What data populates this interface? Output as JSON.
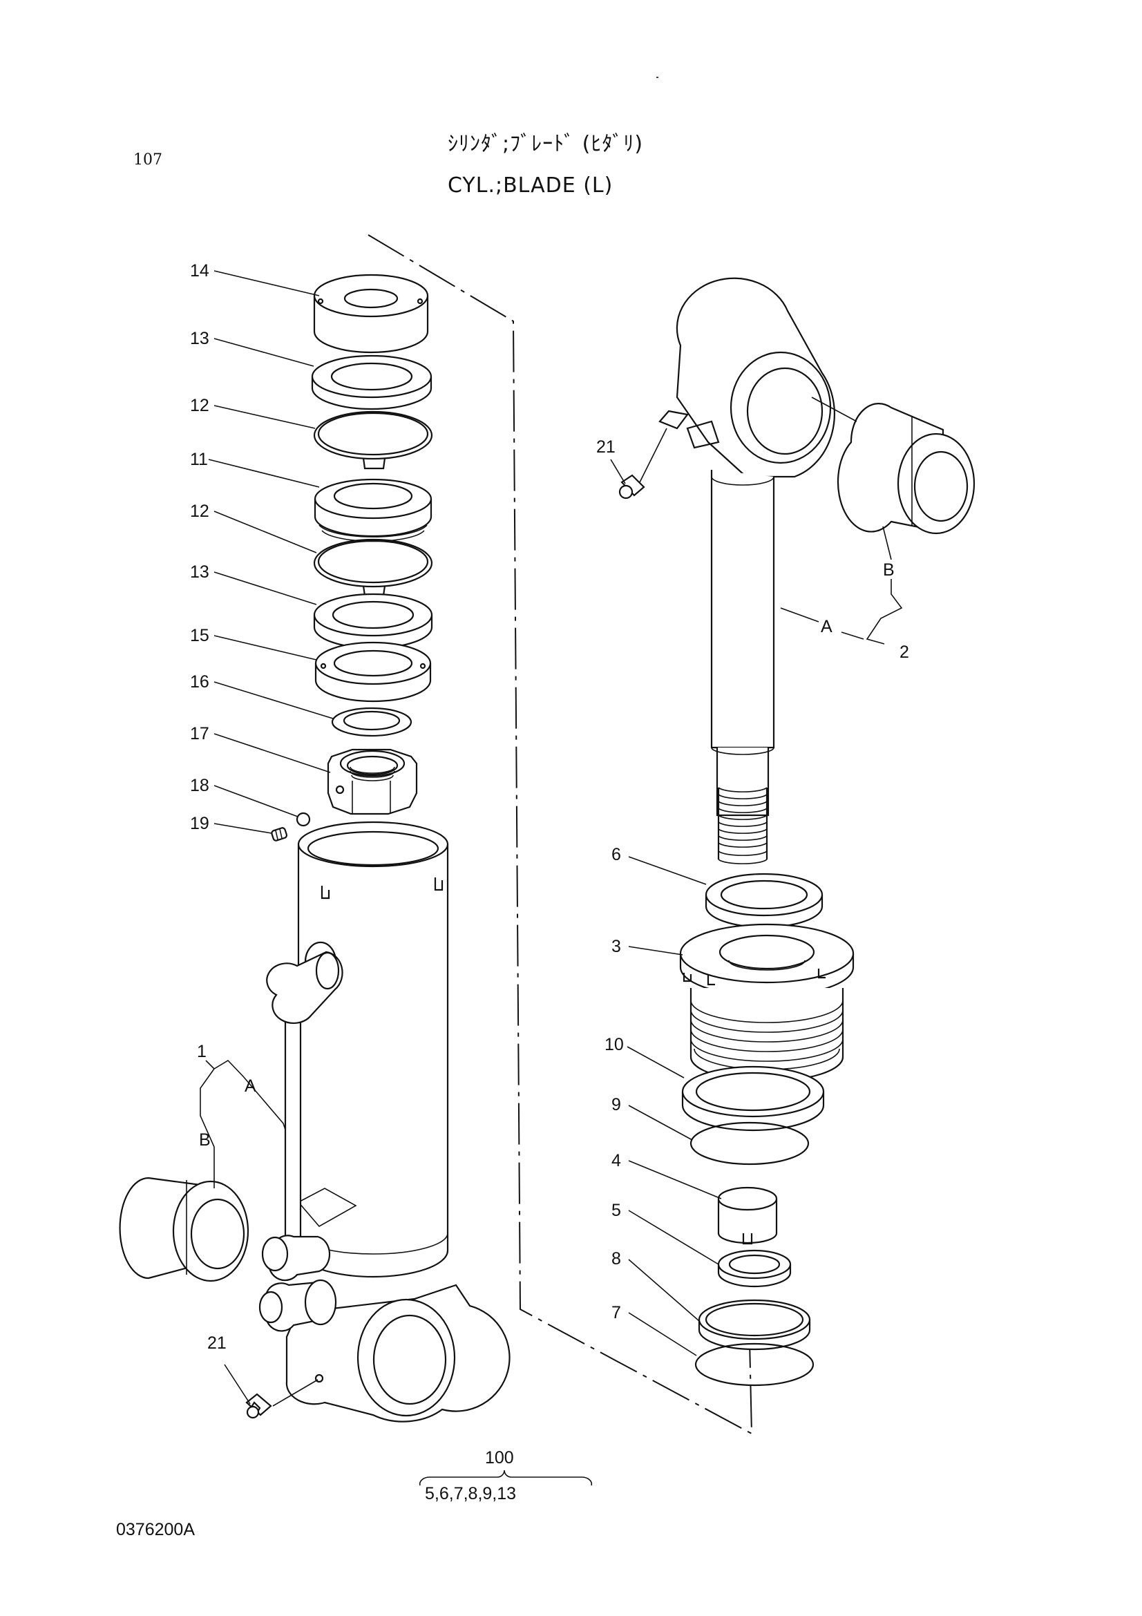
{
  "page_number": "107",
  "title_jp": "ｼﾘﾝﾀﾞ;ﾌﾞﾚｰﾄﾞ (ﾋﾀﾞﾘ)",
  "title_en": "CYL.;BLADE (L)",
  "drawing_number": "0376200A",
  "kit": {
    "number": "100",
    "contents": "5,6,7,8,9,13"
  },
  "callouts": [
    "14",
    "13",
    "12",
    "11",
    "12",
    "13",
    "15",
    "16",
    "17",
    "18",
    "19",
    "1",
    "A",
    "B",
    "21",
    "21",
    "B",
    "A",
    "2",
    "6",
    "3",
    "10",
    "9",
    "4",
    "5",
    "8",
    "7"
  ]
}
